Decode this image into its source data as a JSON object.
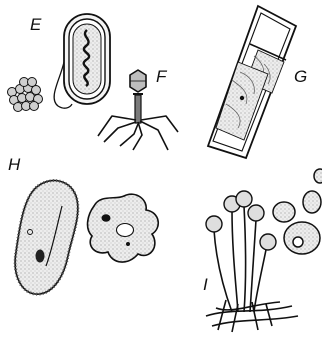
{
  "labels": {
    "E": "E",
    "F": "F",
    "G": "G",
    "H": "H",
    "I": "I"
  },
  "colors": {
    "ink": "#111111",
    "cell_fill": "#e3e3e3",
    "dark_fill": "#2a2a2a"
  }
}
